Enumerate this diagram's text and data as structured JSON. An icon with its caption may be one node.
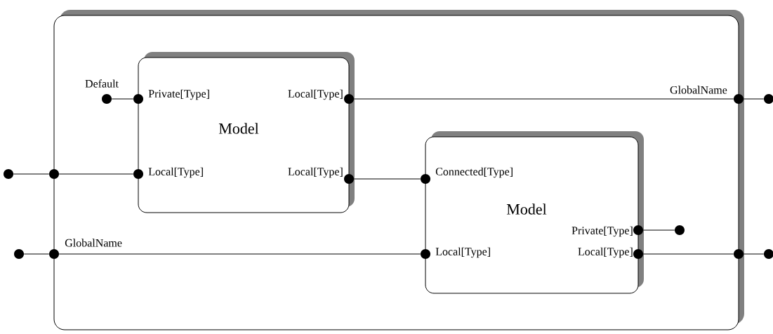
{
  "diagram": {
    "nodes": [
      {
        "text": [],
        "shape": "box"
      },
      {
        "text": [
          "Private[Type]",
          "Local[Type]",
          "Model",
          "Local[Type]",
          "Local[Type]"
        ],
        "in": 0
      },
      {
        "text": [
          "Connected[Type]",
          "Model",
          "Private[Type]",
          "Local[Type]",
          "Local[Type]"
        ],
        "in": 0
      },
      {
        "text": [],
        "shape": "circle",
        "in": 0,
        "beside": [
          "Default"
        ]
      },
      {
        "text": [],
        "shape": "circle",
        "in": 0
      },
      {
        "text": [],
        "shape": "circle",
        "in": 1
      },
      {
        "text": [],
        "shape": "circle",
        "in": 0,
        "beside": [
          "GlobalName"
        ]
      },
      {
        "text": [],
        "shape": "circle"
      },
      {
        "text": [],
        "shape": "circle"
      },
      {
        "text": [],
        "shape": "circle"
      },
      {
        "text": [],
        "shape": "circle",
        "in": 0
      },
      {
        "text": [],
        "shape": "circle",
        "in": 1
      },
      {
        "text": [],
        "shape": "circle",
        "in": 0
      },
      {
        "text": [],
        "shape": "circle",
        "in": 2
      },
      {
        "text": [],
        "shape": "circle",
        "in": 0
      },
      {
        "text": [],
        "shape": "circle"
      },
      {
        "text": [],
        "shape": "circle",
        "beside": [
          "GlobalName"
        ]
      },
      {
        "text": [],
        "shape": "circle",
        "in": 0
      },
      {
        "text": [],
        "shape": "circle",
        "in": 2
      },
      {
        "text": [],
        "shape": "circle",
        "in": 0
      },
      {
        "text": [],
        "shape": "circle"
      }
    ],
    "edges": [
      {
        "from": 3,
        "to": 4,
        "arrow": "none"
      },
      {
        "from": 5,
        "to": 6,
        "arrow": "none"
      },
      {
        "from": 6,
        "to": 7,
        "arrow": "none"
      },
      {
        "from": 8,
        "to": 9,
        "arrow": "none"
      },
      {
        "from": 9,
        "to": 10,
        "arrow": "none"
      },
      {
        "from": 11,
        "to": 12,
        "arrow": "none"
      },
      {
        "from": 13,
        "to": 14,
        "arrow": "none"
      },
      {
        "from": 15,
        "to": 16,
        "arrow": "none"
      },
      {
        "from": 16,
        "to": 17,
        "arrow": "none"
      },
      {
        "from": 18,
        "to": 19,
        "arrow": "none"
      },
      {
        "from": 19,
        "to": 20,
        "arrow": "none"
      }
    ]
  }
}
